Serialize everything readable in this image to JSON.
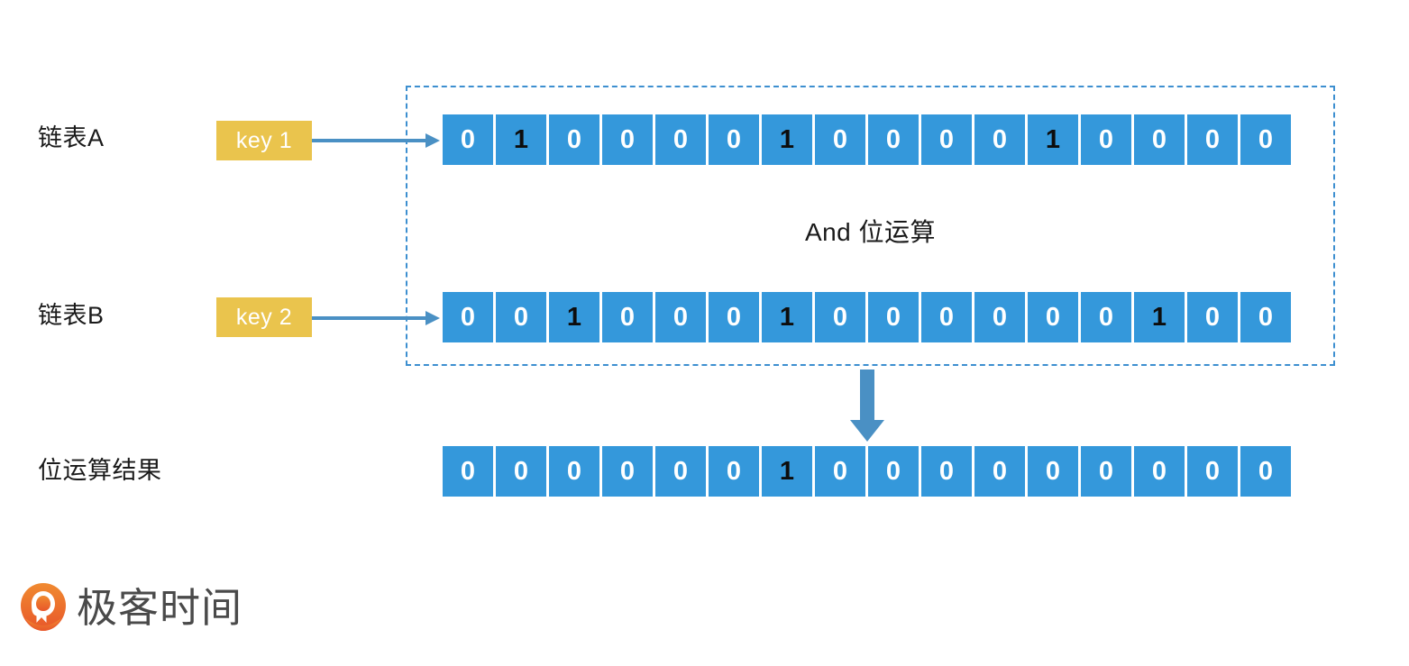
{
  "diagram": {
    "group_caption": "And 位运算",
    "rows": [
      {
        "id": "list-a",
        "label": "链表A",
        "key_label": "key 1",
        "bits": [
          "0",
          "1",
          "0",
          "0",
          "0",
          "0",
          "1",
          "0",
          "0",
          "0",
          "0",
          "1",
          "0",
          "0",
          "0",
          "0"
        ]
      },
      {
        "id": "list-b",
        "label": "链表B",
        "key_label": "key 2",
        "bits": [
          "0",
          "0",
          "1",
          "0",
          "0",
          "0",
          "1",
          "0",
          "0",
          "0",
          "0",
          "0",
          "0",
          "1",
          "0",
          "0"
        ]
      }
    ],
    "result": {
      "id": "bitwise-result",
      "label": "位运算结果",
      "bits": [
        "0",
        "0",
        "0",
        "0",
        "0",
        "0",
        "1",
        "0",
        "0",
        "0",
        "0",
        "0",
        "0",
        "0",
        "0",
        "0"
      ]
    }
  },
  "colors": {
    "cell_blue": "#3498db",
    "key_gold": "#eac44d",
    "dashed_border": "#3d8fd0",
    "arrow_blue": "#4a90c4",
    "bit_zero_text": "#ffffff",
    "bit_one_text": "#0d0d0d",
    "logo_orange": "#ec6c23",
    "logo_text": "#4a4a4a"
  },
  "footer": {
    "brand_name": "极客时间",
    "logo_icon": "geektime-logo-icon"
  },
  "icons": {
    "right_arrow": "arrow-right-icon",
    "down_arrow": "arrow-down-icon"
  }
}
